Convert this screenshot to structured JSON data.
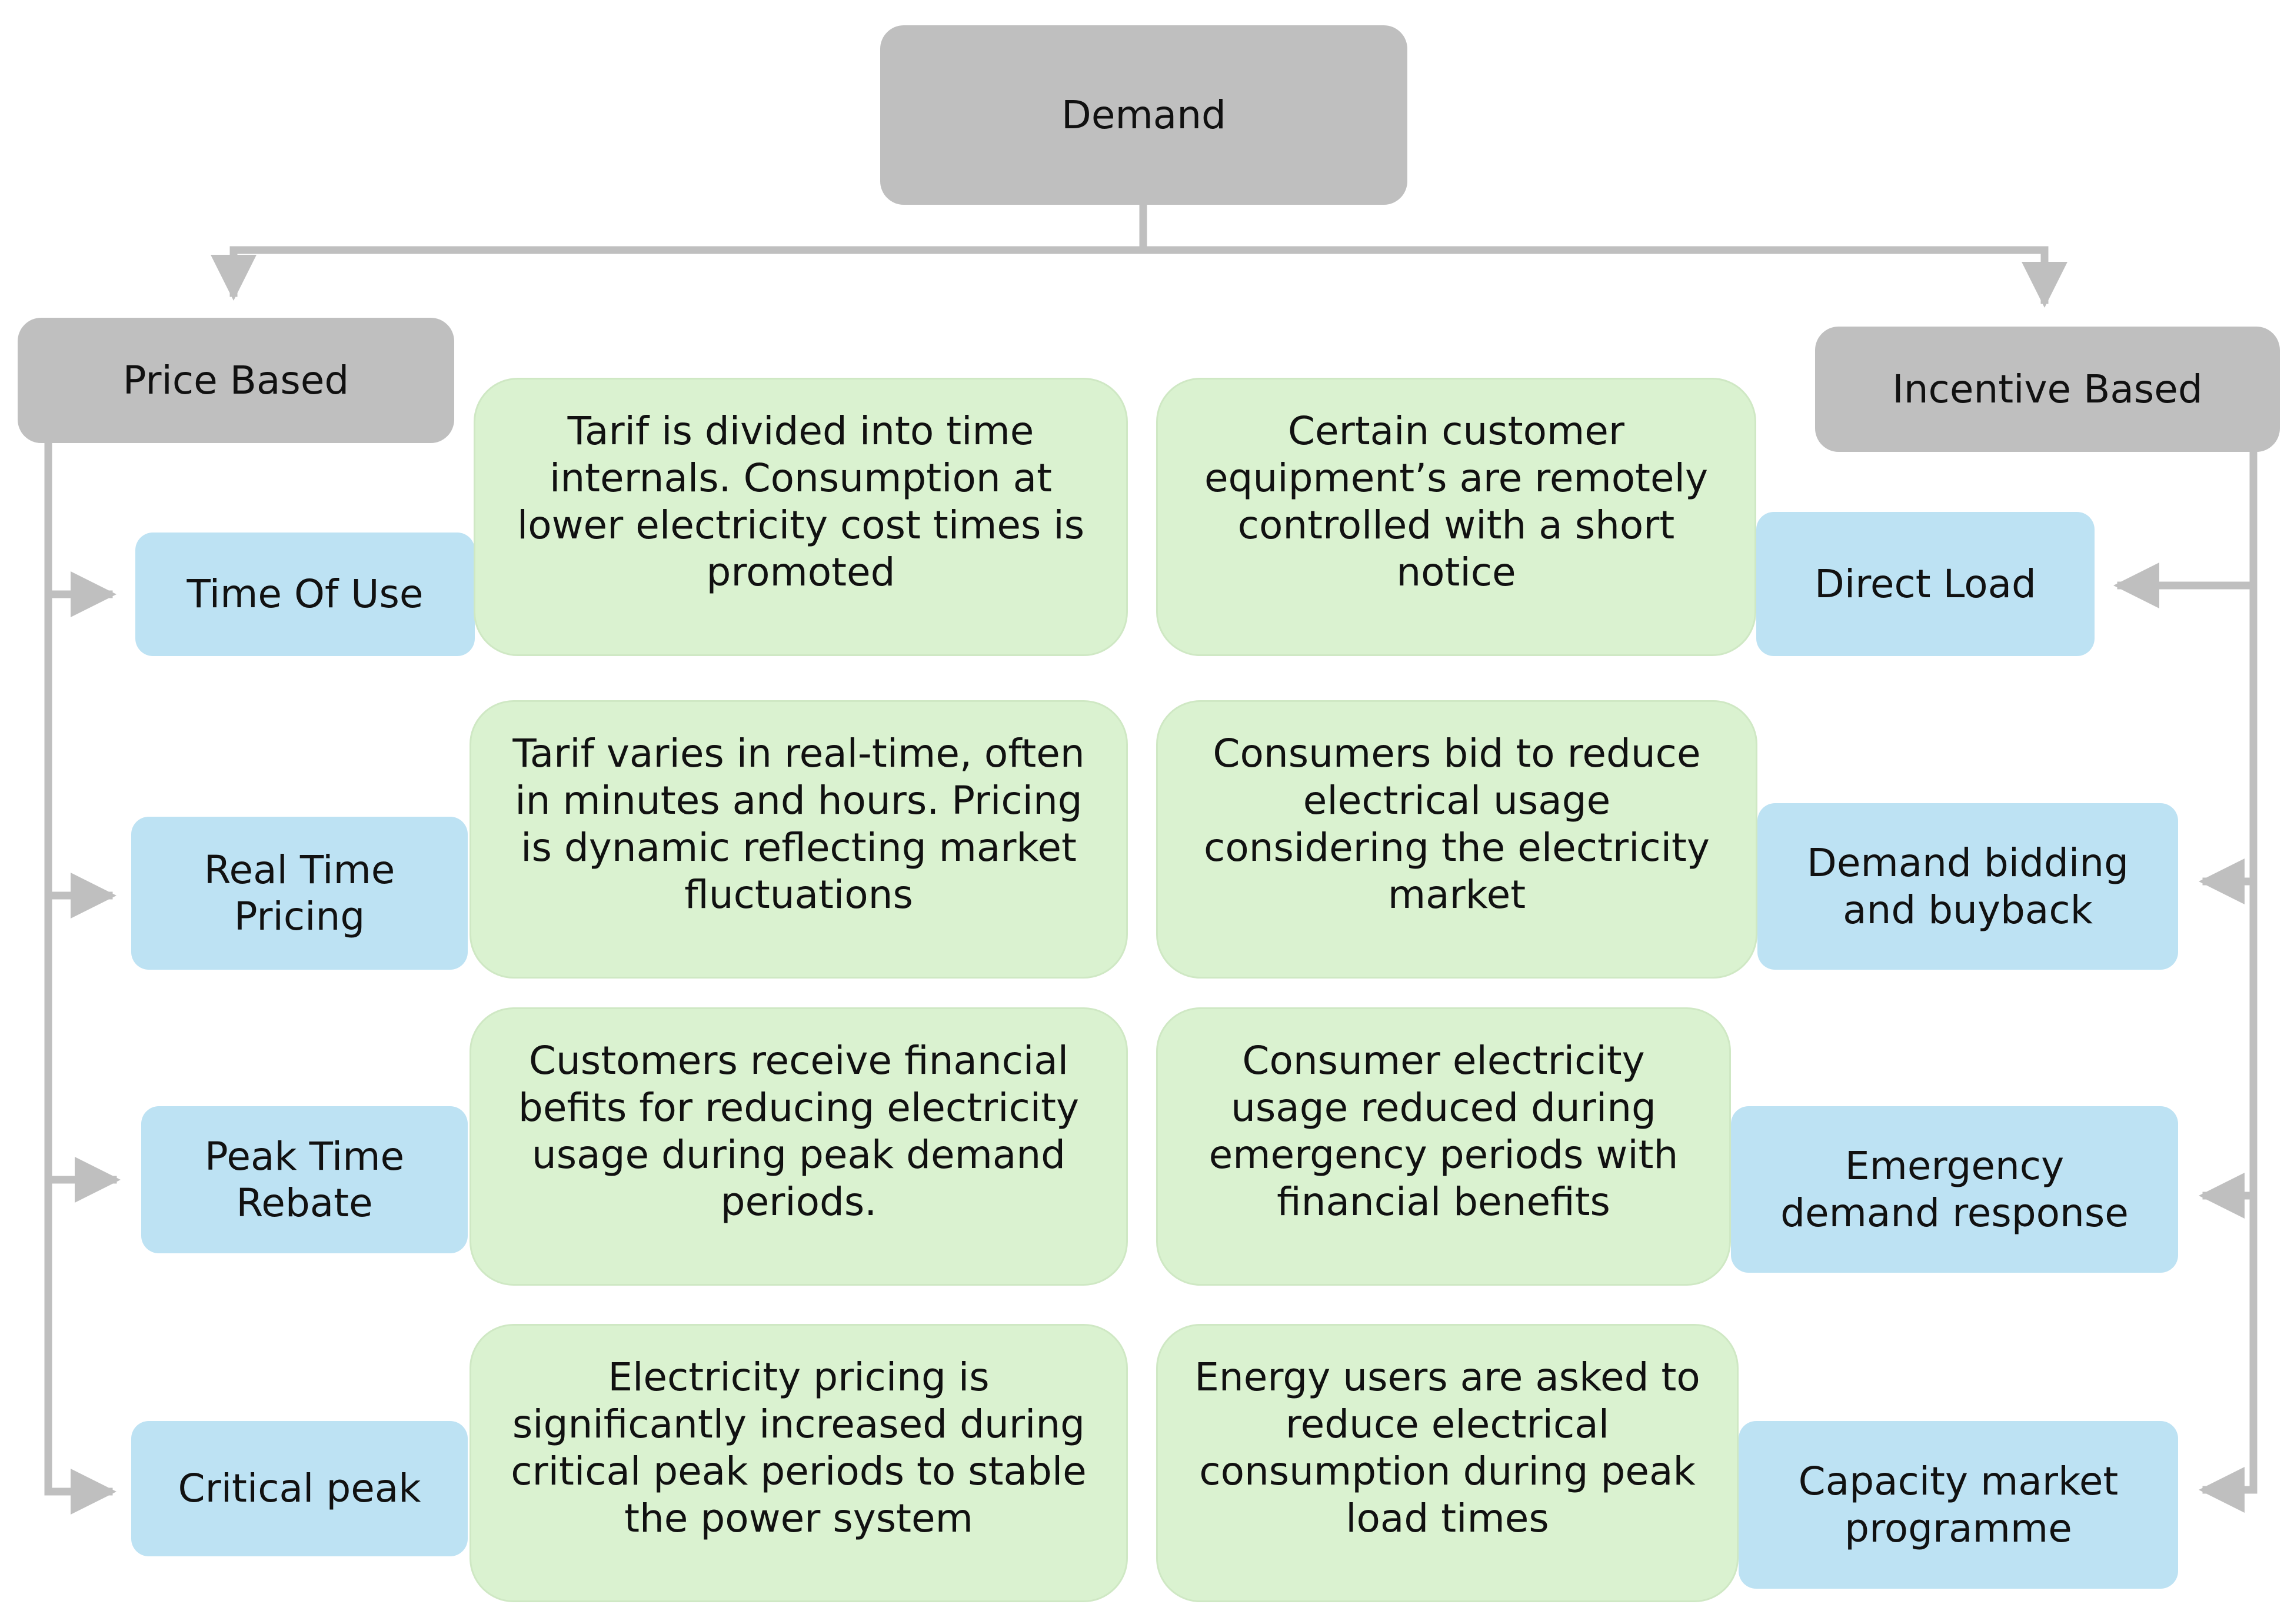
{
  "root": {
    "label": "Demand"
  },
  "price_based": {
    "label": "Price Based",
    "items": [
      {
        "label": "Time Of Use",
        "description": "Tarif is divided into time\ninternals. Consumption at\nlower electricity cost times is\npromoted"
      },
      {
        "label": "Real Time\nPricing",
        "description": "Tarif varies in real-time, often\nin minutes and hours. Pricing\nis dynamic reflecting market\nfluctuations"
      },
      {
        "label": "Peak Time\nRebate",
        "description": "Customers receive financial\nbefits for reducing electricity\nusage during peak demand\nperiods."
      },
      {
        "label": "Critical peak",
        "description": "Electricity pricing is\nsignificantly increased during\ncritical peak periods to stable\nthe power system"
      }
    ]
  },
  "incentive_based": {
    "label": "Incentive Based",
    "items": [
      {
        "label": "Direct Load",
        "description": "Certain customer\nequipment’s are remotely\ncontrolled with a short\nnotice"
      },
      {
        "label": "Demand bidding\nand buyback",
        "description": "Consumers bid to reduce\nelectrical usage\nconsidering the electricity\nmarket"
      },
      {
        "label": "Emergency\ndemand response",
        "description": "Consumer electricity\nusage reduced during\nemergency periods with\nfinancial benefits"
      },
      {
        "label": "Capacity market\nprogramme",
        "description": "Energy users are asked to\nreduce electrical\nconsumption during peak\nload times"
      }
    ]
  },
  "colors": {
    "gray_box": "#bfbfbf",
    "blue_box": "#bde2f3",
    "green_box": "#daf2d0",
    "connector": "#bfbfbf"
  }
}
